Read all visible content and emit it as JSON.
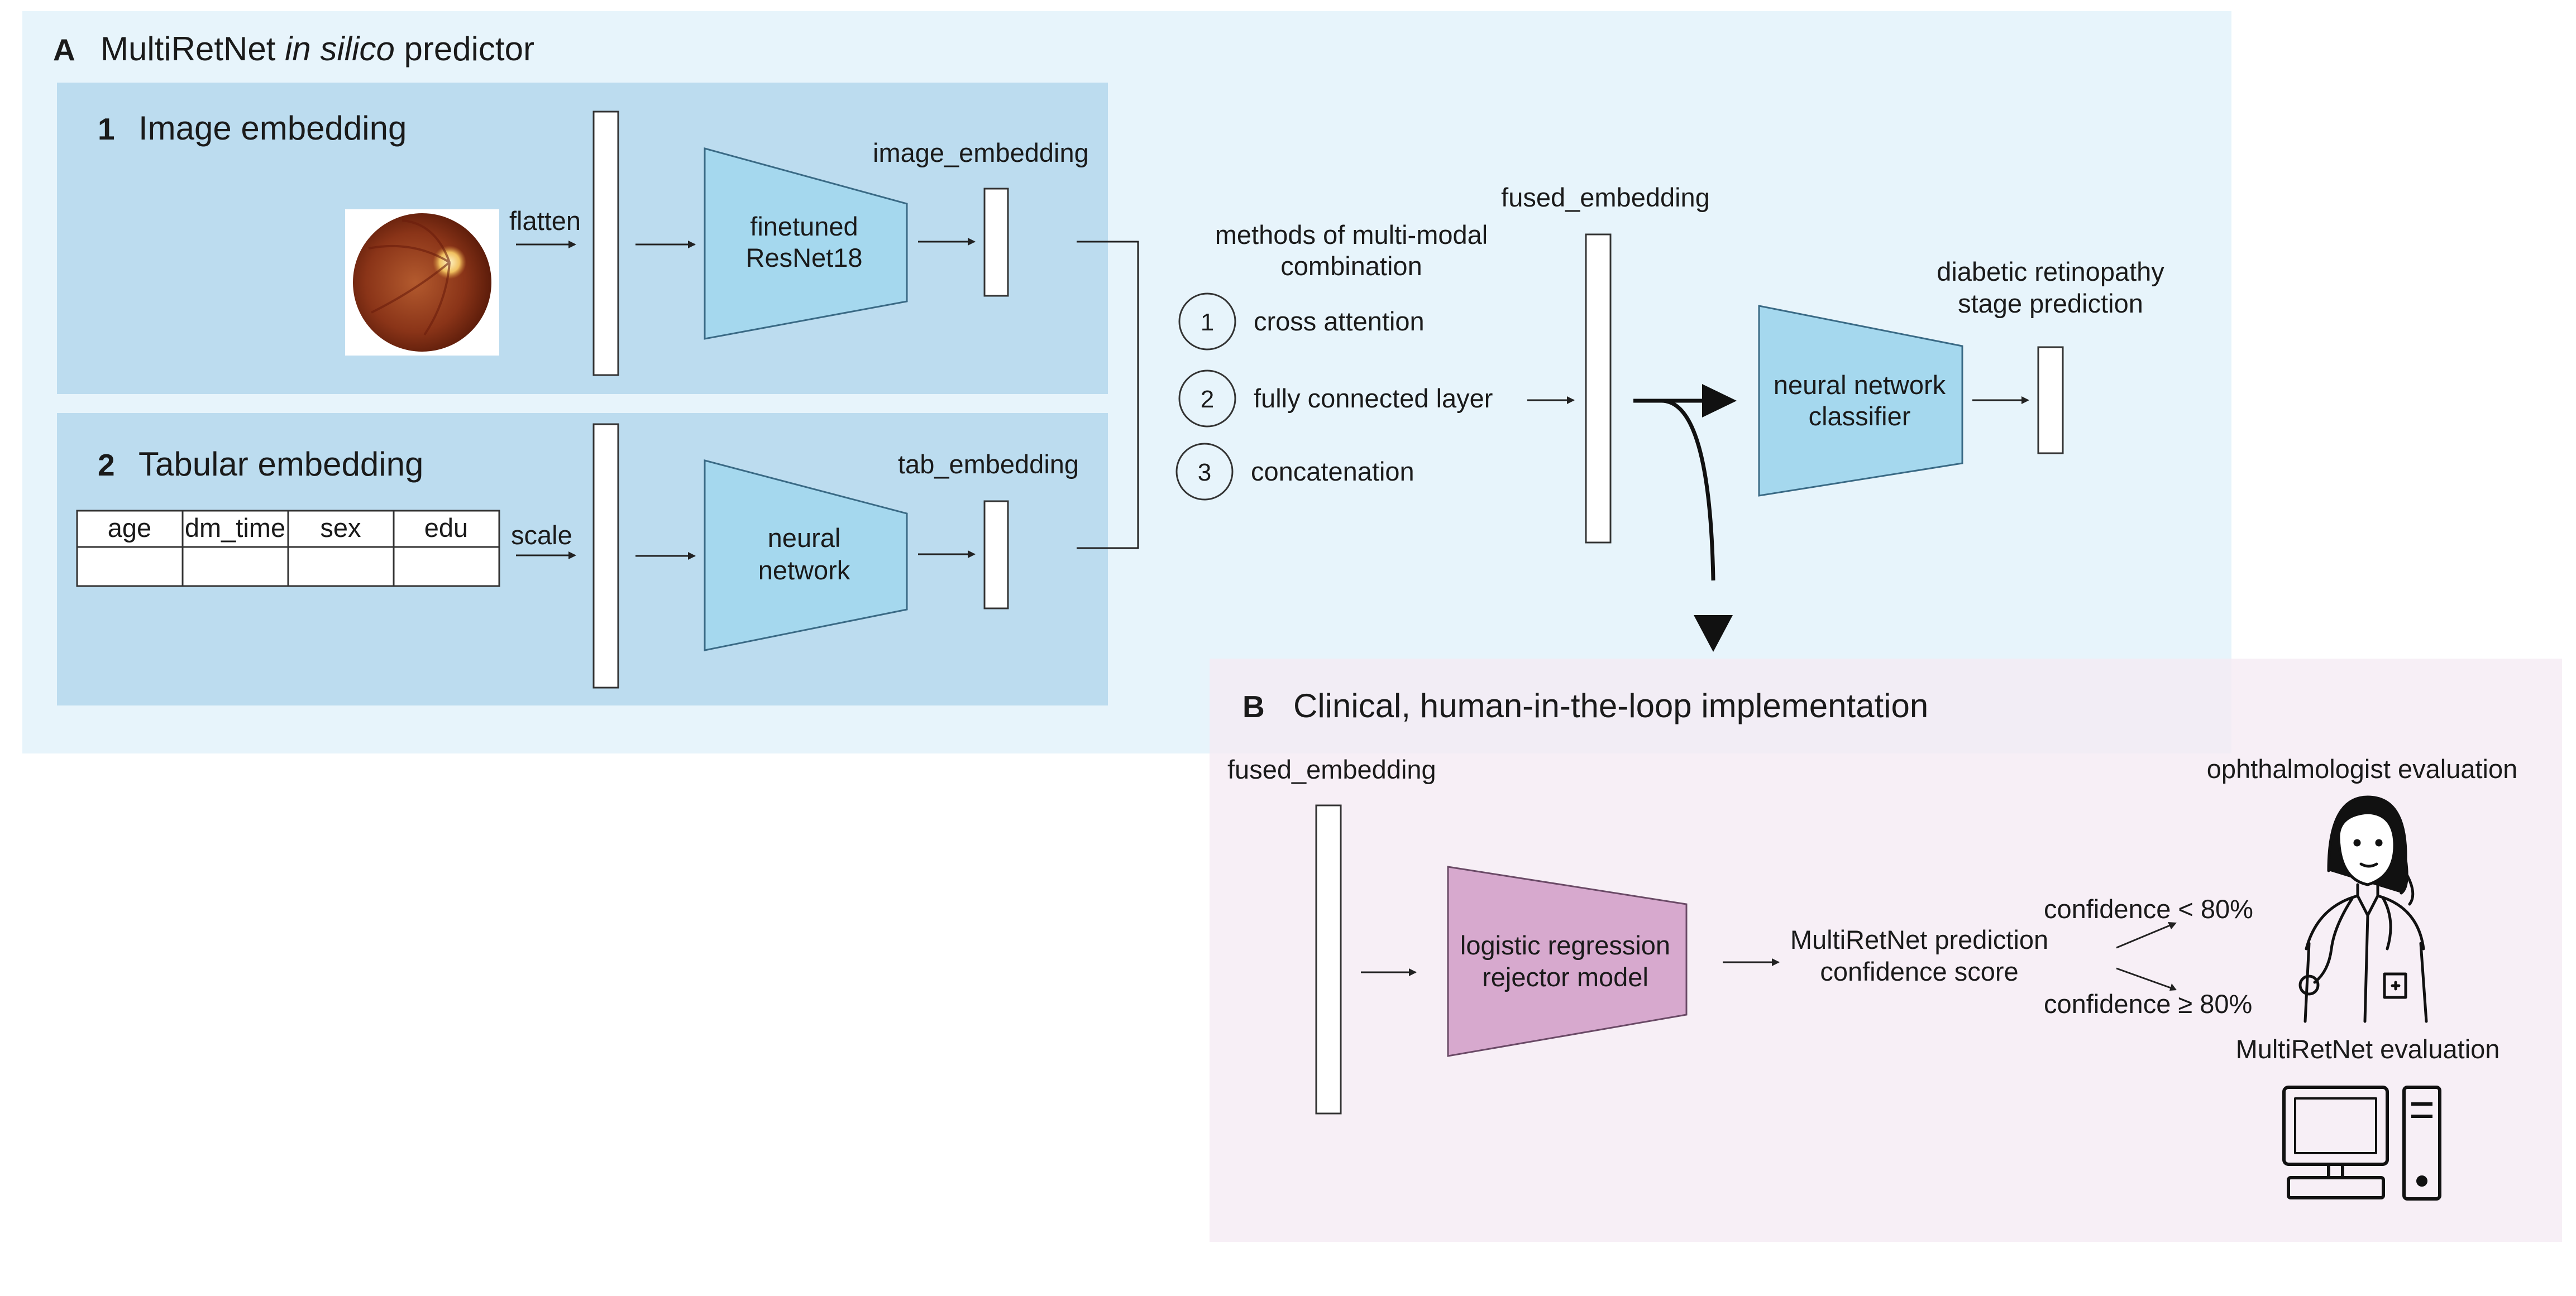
{
  "panel_a": {
    "letter": "A",
    "title_pre": "MultiRetNet ",
    "title_italic": "in silico",
    "title_post": " predictor",
    "image_section": {
      "number": "1",
      "title": "Image embedding",
      "flatten_label": "flatten",
      "model_line1": "finetuned",
      "model_line2": "ResNet18",
      "embedding_label": "image_embedding"
    },
    "tabular_section": {
      "number": "2",
      "title": "Tabular embedding",
      "columns": [
        "age",
        "dm_time",
        "sex",
        "edu"
      ],
      "scale_label": "scale",
      "model_line1": "neural",
      "model_line2": "network",
      "embedding_label": "tab_embedding"
    },
    "combination": {
      "title_line1": "methods of multi-modal",
      "title_line2": "combination",
      "methods": [
        {
          "number": "1",
          "label": "cross attention"
        },
        {
          "number": "2",
          "label": "fully connected layer"
        },
        {
          "number": "3",
          "label": "concatenation"
        }
      ]
    },
    "fused_label": "fused_embedding",
    "classifier_line1": "neural network",
    "classifier_line2": "classifier",
    "prediction_line1": "diabetic retinopathy",
    "prediction_line2": "stage prediction"
  },
  "panel_b": {
    "letter": "B",
    "title": "Clinical, human-in-the-loop implementation",
    "fused_label": "fused_embedding",
    "model_line1": "logistic regression",
    "model_line2": "rejector model",
    "score_line1": "MultiRetNet prediction",
    "score_line2": "confidence score",
    "low_label": "confidence < 80%",
    "high_label": "confidence ≥ 80%",
    "ophthalmologist_label": "ophthalmologist evaluation",
    "multiretnet_label": "MultiRetNet evaluation"
  },
  "icons": {
    "fundus": "retina-fundus-image",
    "doctor": "ophthalmologist-icon",
    "computer": "computer-icon"
  },
  "colors": {
    "panel_a_bg": "#e7f4fb",
    "panel_b_bg": "#f5eaf4",
    "section_bg": "#bcdcef",
    "model_blue": "#a5d8ee",
    "model_pink": "#d7a9ce"
  }
}
